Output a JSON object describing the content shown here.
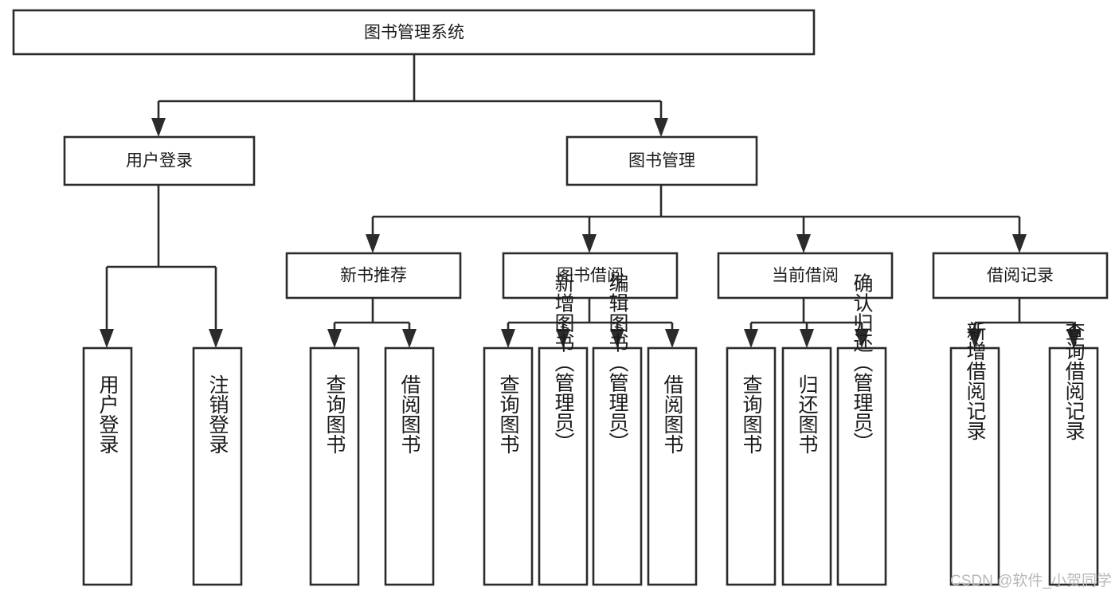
{
  "diagram": {
    "title": "图书管理系统",
    "root": {
      "id": "root",
      "label": "图书管理系统",
      "orientation": "horizontal"
    },
    "level2": [
      {
        "id": "user-login",
        "label": "用户登录",
        "orientation": "horizontal"
      },
      {
        "id": "book-manage",
        "label": "图书管理",
        "orientation": "horizontal"
      }
    ],
    "level3": [
      {
        "id": "new-book-recommend",
        "label": "新书推荐",
        "orientation": "horizontal"
      },
      {
        "id": "book-borrow",
        "label": "图书借阅",
        "orientation": "horizontal"
      },
      {
        "id": "current-borrow",
        "label": "当前借阅",
        "orientation": "horizontal"
      },
      {
        "id": "borrow-record",
        "label": "借阅记录",
        "orientation": "horizontal"
      }
    ],
    "leaves": {
      "user-login": [
        {
          "id": "leaf-user-login",
          "label": "用户登录",
          "orientation": "vertical"
        },
        {
          "id": "leaf-logout-login",
          "label": "注销登录",
          "orientation": "vertical"
        }
      ],
      "new-book-recommend": [
        {
          "id": "leaf-query-book-1",
          "label": "查询图书",
          "orientation": "vertical"
        },
        {
          "id": "leaf-borrow-book-1",
          "label": "借阅图书",
          "orientation": "vertical"
        }
      ],
      "book-borrow": [
        {
          "id": "leaf-query-book-2",
          "label": "查询图书",
          "orientation": "vertical"
        },
        {
          "id": "leaf-add-book",
          "label": "新增图书（管理员）",
          "orientation": "vertical"
        },
        {
          "id": "leaf-edit-book",
          "label": "编辑图书（管理员）",
          "orientation": "vertical"
        },
        {
          "id": "leaf-borrow-book-2",
          "label": "借阅图书",
          "orientation": "vertical"
        }
      ],
      "current-borrow": [
        {
          "id": "leaf-query-book-3",
          "label": "查询图书",
          "orientation": "vertical"
        },
        {
          "id": "leaf-return-book",
          "label": "归还图书",
          "orientation": "vertical"
        },
        {
          "id": "leaf-confirm-return",
          "label": "确认归还（管理员）",
          "orientation": "vertical"
        }
      ],
      "borrow-record": [
        {
          "id": "leaf-add-record",
          "label": "新增借阅记录",
          "orientation": "vertical"
        },
        {
          "id": "leaf-query-record",
          "label": "查询借阅记录",
          "orientation": "vertical"
        }
      ]
    },
    "colors": {
      "stroke": "#2b2b2b",
      "fill": "#ffffff",
      "text": "#1a1a1a",
      "watermark": "#b9b9b9",
      "background": "#ffffff"
    }
  },
  "watermark": {
    "label": "CSDN @软件_小贺同学"
  }
}
